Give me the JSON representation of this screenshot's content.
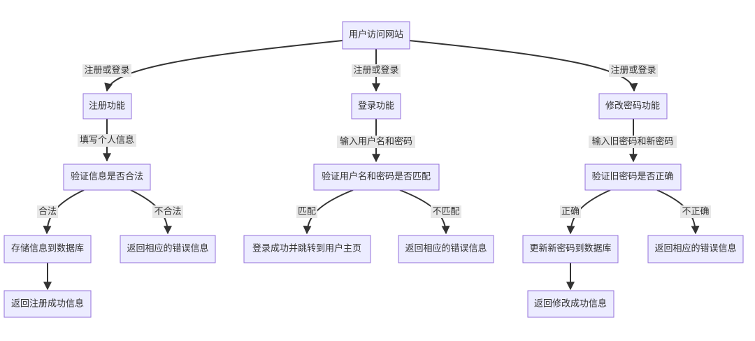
{
  "nodes": {
    "root": "用户访问网站",
    "register": "注册功能",
    "login": "登录功能",
    "change_password": "修改密码功能",
    "reg_validate": "验证信息是否合法",
    "reg_store": "存储信息到数据库",
    "reg_error": "返回相应的错误信息",
    "reg_success": "返回注册成功信息",
    "login_validate": "验证用户名和密码是否匹配",
    "login_success": "登录成功并跳转到用户主页",
    "login_error": "返回相应的错误信息",
    "pwd_validate": "验证旧密码是否正确",
    "pwd_update": "更新新密码到数据库",
    "pwd_error": "返回相应的错误信息",
    "pwd_success": "返回修改成功信息"
  },
  "edge_labels": {
    "root_register": "注册或登录",
    "root_login": "注册或登录",
    "root_change_password": "注册或登录",
    "register_validate": "填写个人信息",
    "login_validate": "输入用户名和密码",
    "pwd_validate": "输入旧密码和新密码",
    "reg_legal": "合法",
    "reg_illegal": "不合法",
    "login_match": "匹配",
    "login_nomatch": "不匹配",
    "pwd_correct": "正确",
    "pwd_incorrect": "不正确"
  },
  "colors": {
    "node_fill": "#ECECFF",
    "node_stroke": "#9370DB",
    "edge": "#333333",
    "edge_label_bg": "#e8e8e8"
  }
}
